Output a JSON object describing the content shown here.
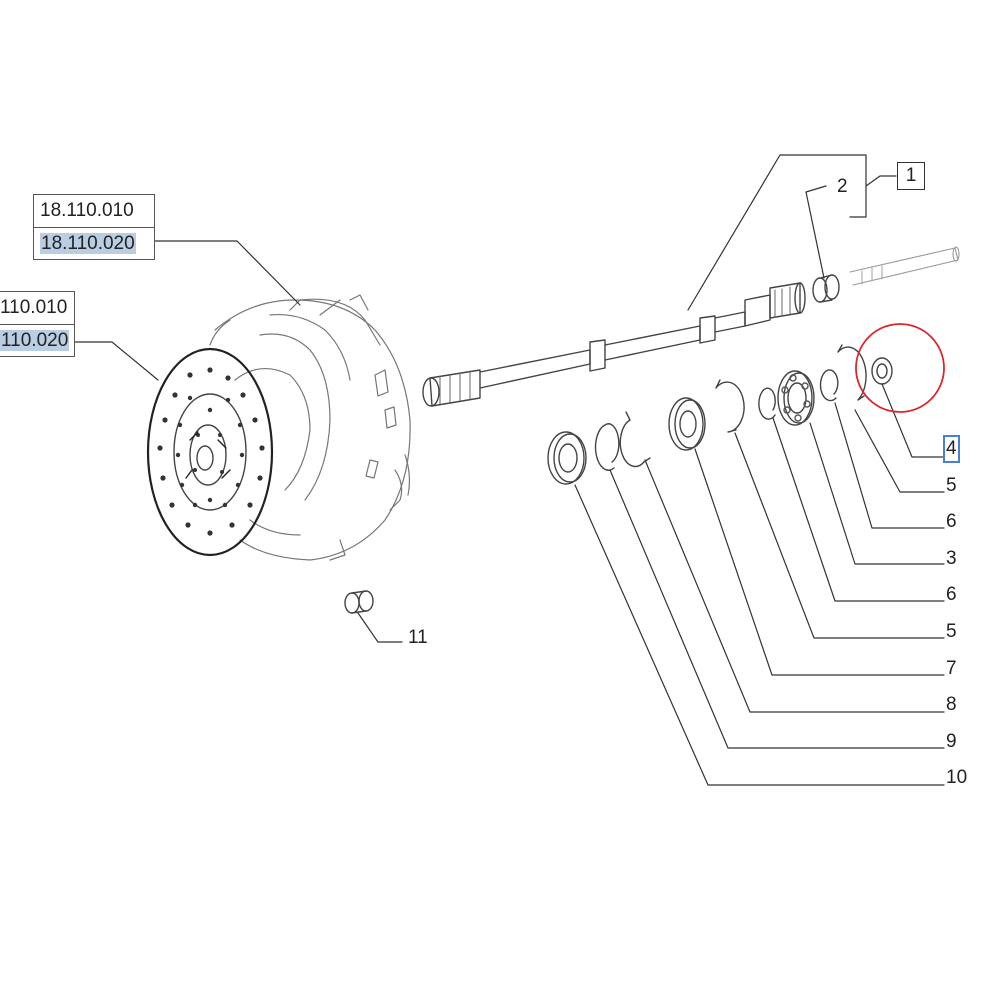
{
  "ref_box_top": [
    "18.110.010",
    "18.110.020"
  ],
  "ref_box_left": [
    "110.010",
    "110.020"
  ],
  "callouts": {
    "c1": "1",
    "c2": "2",
    "c4": "4",
    "c5a": "5",
    "c6a": "6",
    "c3": "3",
    "c6b": "6",
    "c5b": "5",
    "c7": "7",
    "c8": "8",
    "c9": "9",
    "c10": "10",
    "c11": "11"
  },
  "colors": {
    "highlight": "#b9cde3",
    "selection_circle": "#d9282f",
    "selected_label_outline": "#4a7fd6"
  }
}
